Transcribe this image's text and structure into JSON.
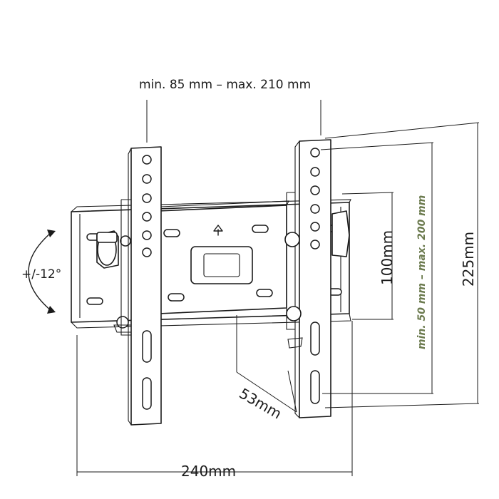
{
  "labels": {
    "spacing": "min. 85 mm – max. 210 mm",
    "vertical_range": "min. 50 mm – max. 200 mm",
    "vertical_100": "100mm",
    "height": "225mm",
    "depth": "53mm",
    "width": "240mm",
    "tilt": "+/-12°"
  },
  "colors": {
    "line": "#1a1a1a",
    "accent_text": "#6b7a4e"
  }
}
